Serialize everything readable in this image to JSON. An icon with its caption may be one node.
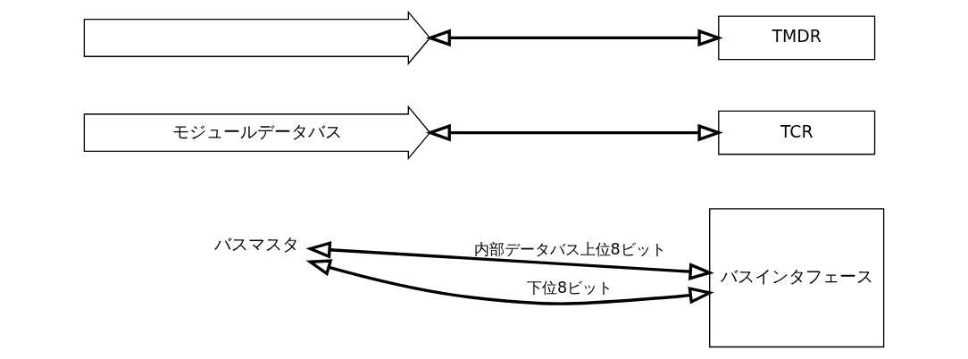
{
  "diagram": {
    "nodes": [
      {
        "text": [
          "バスマスタ"
        ]
      },
      {
        "text": [
          "バスインタフェース"
        ]
      },
      {
        "text": [
          "モジュールデータバス"
        ]
      },
      {
        "text": [],
        "shape": "arrow"
      },
      {
        "text": [
          "TCR"
        ]
      },
      {
        "text": [
          "TMDR"
        ]
      }
    ],
    "edges": [
      {
        "from": 0,
        "to": 1,
        "arrow": "both",
        "label": "内部データバス上位8ビット"
      },
      {
        "from": 0,
        "to": 1,
        "arrow": "both",
        "label": "下位8ビット"
      },
      {
        "from": 4,
        "to": 2,
        "arrow": "both"
      },
      {
        "from": 5,
        "to": 3,
        "arrow": "both"
      }
    ]
  }
}
